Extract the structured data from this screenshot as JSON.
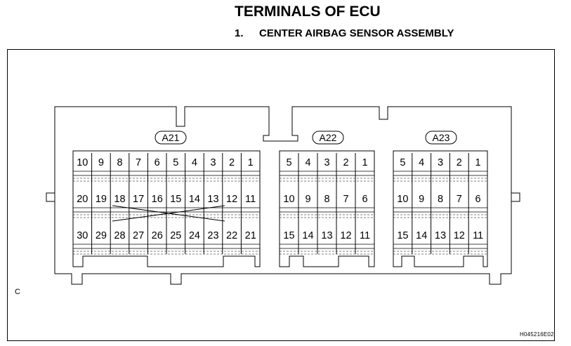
{
  "header": {
    "title": "TERMINALS OF ECU",
    "item_number": "1.",
    "item_title": "CENTER AIRBAG SENSOR ASSEMBLY"
  },
  "corner_label": "C",
  "figure_code": "H045216E02",
  "connectors": [
    {
      "id": "A21",
      "rows": [
        [
          "10",
          "9",
          "8",
          "7",
          "6",
          "5",
          "4",
          "3",
          "2",
          "1"
        ],
        [
          "20",
          "19",
          "18",
          "17",
          "16",
          "15",
          "14",
          "13",
          "12",
          "11"
        ],
        [
          "30",
          "29",
          "28",
          "27",
          "26",
          "25",
          "24",
          "23",
          "22",
          "21"
        ]
      ]
    },
    {
      "id": "A22",
      "rows": [
        [
          "5",
          "4",
          "3",
          "2",
          "1"
        ],
        [
          "10",
          "9",
          "8",
          "7",
          "6"
        ],
        [
          "15",
          "14",
          "13",
          "12",
          "11"
        ]
      ]
    },
    {
      "id": "A23",
      "rows": [
        [
          "5",
          "4",
          "3",
          "2",
          "1"
        ],
        [
          "10",
          "9",
          "8",
          "7",
          "6"
        ],
        [
          "15",
          "14",
          "13",
          "12",
          "11"
        ]
      ]
    }
  ],
  "colors": {
    "ink": "#000000",
    "background": "#ffffff"
  }
}
